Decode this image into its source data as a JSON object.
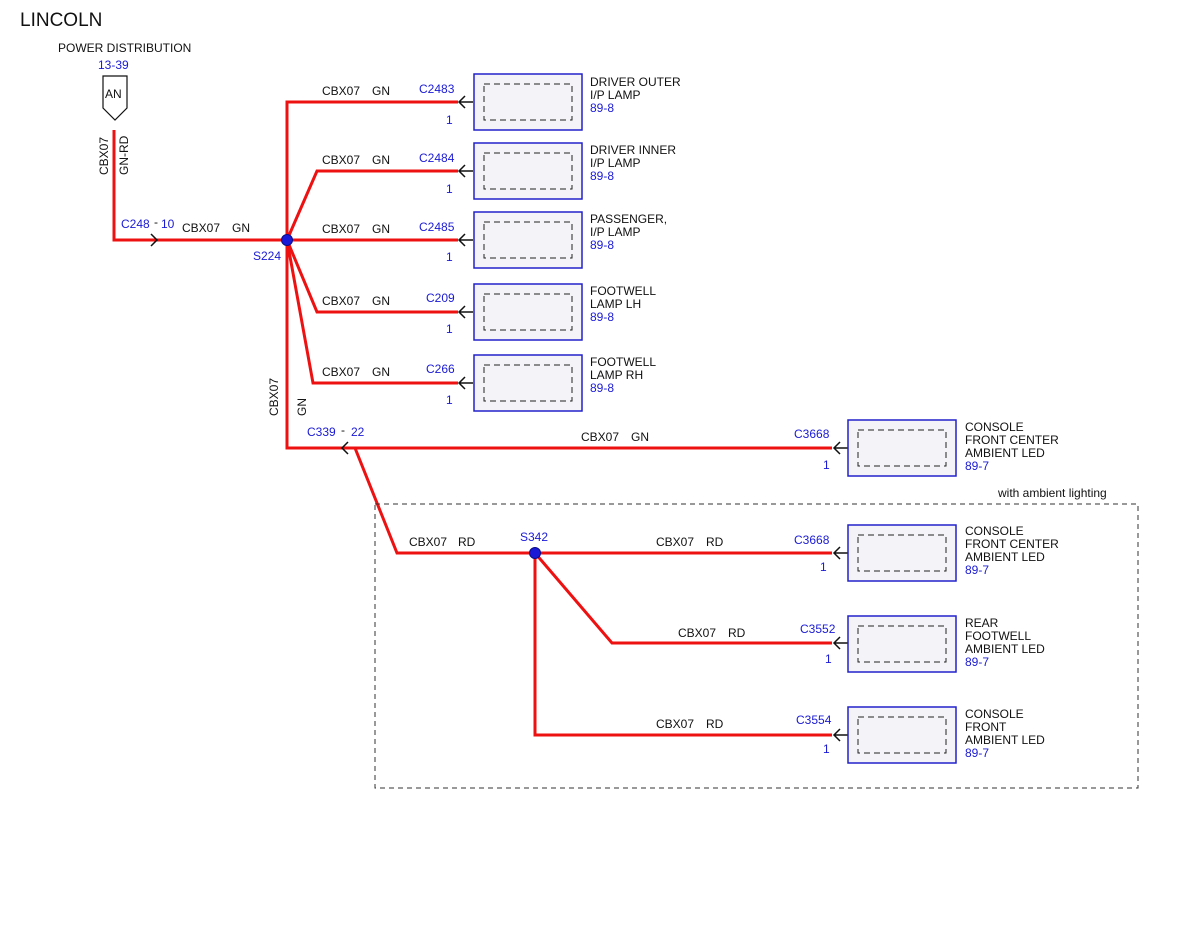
{
  "title": "LINCOLN",
  "power": {
    "label": "POWER DISTRIBUTION",
    "ref": "13-39",
    "pin": "AN",
    "circuit": "CBX07",
    "color": "GN-RD"
  },
  "inline": {
    "c248": {
      "id": "C248",
      "pin": "10"
    },
    "c339": {
      "id": "C339",
      "pin": "22"
    }
  },
  "main_wire": {
    "circuit": "CBX07",
    "color": "GN"
  },
  "splices": {
    "s224": "S224",
    "s342": "S342"
  },
  "vertical_wire": {
    "circuit": "CBX07",
    "color": "GN"
  },
  "option_label": "with ambient lighting",
  "components": [
    {
      "connector": "C2483",
      "pin": "1",
      "circuit": "CBX07",
      "color": "GN",
      "name1": "DRIVER OUTER",
      "name2": "I/P LAMP",
      "name3": "",
      "ref": "89-8"
    },
    {
      "connector": "C2484",
      "pin": "1",
      "circuit": "CBX07",
      "color": "GN",
      "name1": "DRIVER INNER",
      "name2": "I/P LAMP",
      "name3": "",
      "ref": "89-8"
    },
    {
      "connector": "C2485",
      "pin": "1",
      "circuit": "CBX07",
      "color": "GN",
      "name1": "PASSENGER,",
      "name2": "I/P LAMP",
      "name3": "",
      "ref": "89-8"
    },
    {
      "connector": "C209",
      "pin": "1",
      "circuit": "CBX07",
      "color": "GN",
      "name1": "FOOTWELL",
      "name2": "LAMP LH",
      "name3": "",
      "ref": "89-8"
    },
    {
      "connector": "C266",
      "pin": "1",
      "circuit": "CBX07",
      "color": "GN",
      "name1": "FOOTWELL",
      "name2": "LAMP RH",
      "name3": "",
      "ref": "89-8"
    },
    {
      "connector": "C3668",
      "pin": "1",
      "circuit": "CBX07",
      "color": "GN",
      "name1": "CONSOLE",
      "name2": "FRONT CENTER",
      "name3": "AMBIENT LED",
      "ref": "89-7"
    },
    {
      "connector": "C3668",
      "pin": "1",
      "circuit": "CBX07",
      "color": "RD",
      "name1": "CONSOLE",
      "name2": "FRONT CENTER",
      "name3": "AMBIENT LED",
      "ref": "89-7"
    },
    {
      "connector": "C3552",
      "pin": "1",
      "circuit": "CBX07",
      "color": "RD",
      "name1": "REAR",
      "name2": "FOOTWELL",
      "name3": "AMBIENT LED",
      "ref": "89-7"
    },
    {
      "connector": "C3554",
      "pin": "1",
      "circuit": "CBX07",
      "color": "RD",
      "name1": "CONSOLE",
      "name2": "FRONT",
      "name3": "AMBIENT LED",
      "ref": "89-7"
    }
  ],
  "rd_feed": {
    "circuit": "CBX07",
    "color": "RD"
  }
}
